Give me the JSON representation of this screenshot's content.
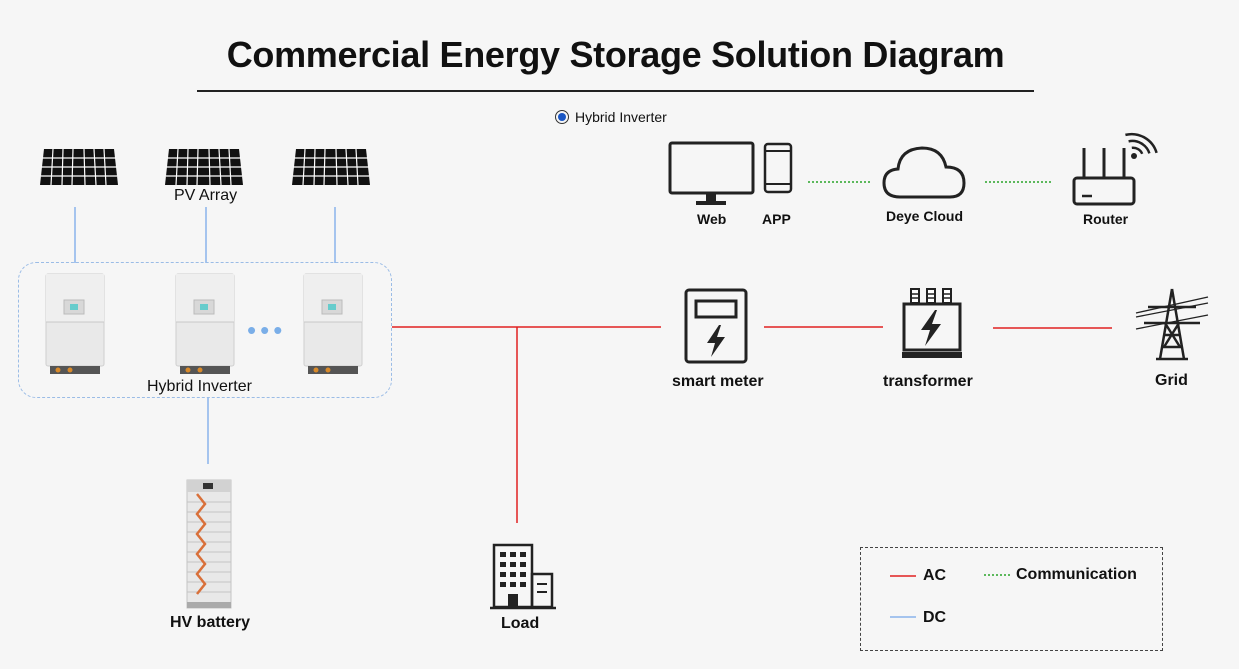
{
  "title": "Commercial Energy Storage Solution Diagram",
  "selector": {
    "label": "Hybrid Inverter",
    "selected": true
  },
  "nodes": {
    "pv_array": "PV Array",
    "hybrid_inverter": "Hybrid Inverter",
    "hv_battery": "HV battery",
    "load": "Load",
    "smart_meter": "smart meter",
    "transformer": "transformer",
    "grid": "Grid",
    "web": "Web",
    "app": "APP",
    "cloud": "Deye Cloud",
    "router": "Router"
  },
  "legend": {
    "ac": "AC",
    "dc": "DC",
    "communication": "Communication"
  },
  "colors": {
    "ac": "#e02020",
    "dc": "#8ab4ec",
    "communication": "#29a329",
    "radio_dot": "#1a56c4"
  }
}
